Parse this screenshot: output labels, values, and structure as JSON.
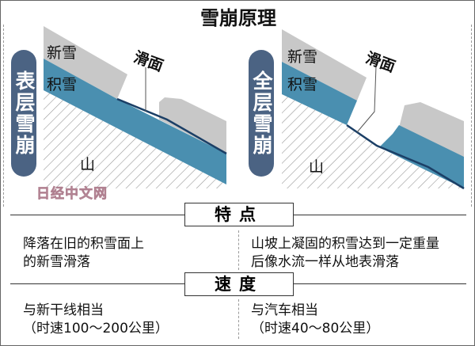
{
  "title": "雪崩原理",
  "left": {
    "badge": "表层雪崩",
    "new_snow": "新雪",
    "old_snow": "积雪",
    "slip": "滑面",
    "mountain": "山"
  },
  "right": {
    "badge": "全层雪崩",
    "new_snow": "新雪",
    "old_snow": "积雪",
    "slip": "滑面",
    "mountain": "山"
  },
  "watermark": "日经中文网",
  "features": {
    "header": "特点",
    "left": [
      "降落在旧的积雪面上",
      "的新雪滑落"
    ],
    "right": [
      "山坡上凝固的积雪达到一定重量",
      "后像水流一样从地表滑落"
    ]
  },
  "speed": {
    "header": "速度",
    "left": [
      "与新干线相当",
      "（时速100～200公里）"
    ],
    "right": [
      "与汽车相当",
      "（时速40～80公里）"
    ]
  },
  "colors": {
    "snow": "#c8c8c8",
    "blue": "#4a8fb0",
    "dark_line": "#1b3f66",
    "badge": "#4b6383"
  }
}
